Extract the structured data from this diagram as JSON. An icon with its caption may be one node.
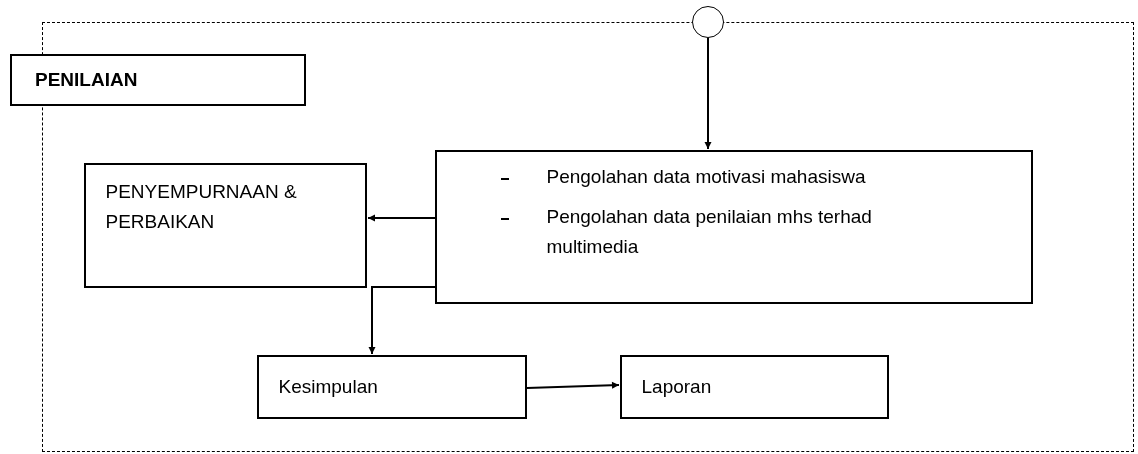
{
  "diagram": {
    "nodes": [
      {
        "text": [],
        "shape": "box"
      },
      {
        "text": [
          "PENILAIAN"
        ]
      },
      {
        "text": [],
        "shape": "circle"
      },
      {
        "text": [
          "Pengolahan data motivasi mahasiswa",
          "Pengolahan data penilaian mhs terhad multimedia"
        ],
        "in": 0
      },
      {
        "text": [
          "PENYEMPURNAAN & PERBAIKAN"
        ],
        "in": 0
      },
      {
        "text": [
          "Kesimpulan"
        ],
        "in": 0
      },
      {
        "text": [
          "Laporan"
        ],
        "in": 0
      }
    ],
    "edges": [
      {
        "from": 2,
        "to": 3,
        "arrow": "to"
      },
      {
        "from": 3,
        "to": 4,
        "arrow": "to"
      },
      {
        "from": 3,
        "to": 5,
        "arrow": "to"
      },
      {
        "from": 5,
        "to": 6,
        "arrow": "to"
      }
    ]
  }
}
